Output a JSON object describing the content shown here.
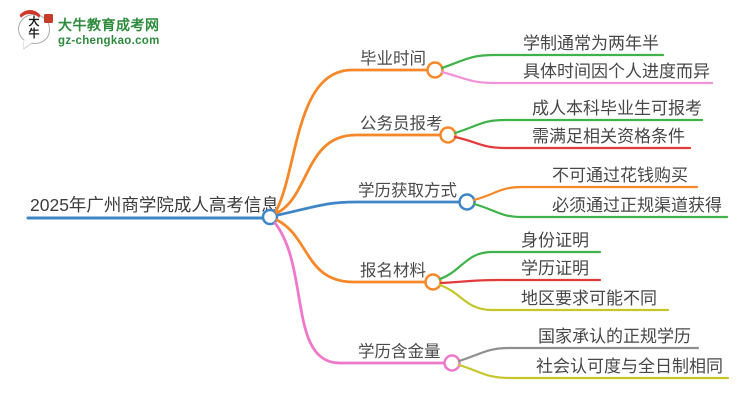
{
  "logo": {
    "bubble_text": "大牛",
    "site_name": "大牛教育成考网",
    "site_url": "gz-chengkao.com",
    "brand_green": "#2e8b3d",
    "seal_red": "#c63c28"
  },
  "central": {
    "title": "2025年广州商学院成人高考信息",
    "color": "#3E86C6"
  },
  "branches": [
    {
      "label": "毕业时间",
      "color": "#F6882A",
      "children": [
        {
          "label": "学制通常为两年半",
          "color": "#3FB34A"
        },
        {
          "label": "具体时间因个人进度而异",
          "color": "#F193D8"
        }
      ]
    },
    {
      "label": "公务员报考",
      "color": "#F6882A",
      "children": [
        {
          "label": "成人本科毕业生可报考",
          "color": "#3FB34A"
        },
        {
          "label": "需满足相关资格条件",
          "color": "#E23B3B"
        }
      ]
    },
    {
      "label": "学历获取方式",
      "color": "#3E86C6",
      "children": [
        {
          "label": "不可通过花钱购买",
          "color": "#F6882A"
        },
        {
          "label": "必须通过正规渠道获得",
          "color": "#3FB34A"
        }
      ]
    },
    {
      "label": "报名材料",
      "color": "#F6882A",
      "children": [
        {
          "label": "身份证明",
          "color": "#3FB34A"
        },
        {
          "label": "学历证明",
          "color": "#E23B3B"
        },
        {
          "label": "地区要求可能不同",
          "color": "#C6C62C"
        }
      ]
    },
    {
      "label": "学历含金量",
      "color": "#EE79CB",
      "children": [
        {
          "label": "国家承认的正规学历",
          "color": "#8F8F8F"
        },
        {
          "label": "社会认可度与全日制相同",
          "color": "#C6C62C"
        }
      ]
    }
  ]
}
